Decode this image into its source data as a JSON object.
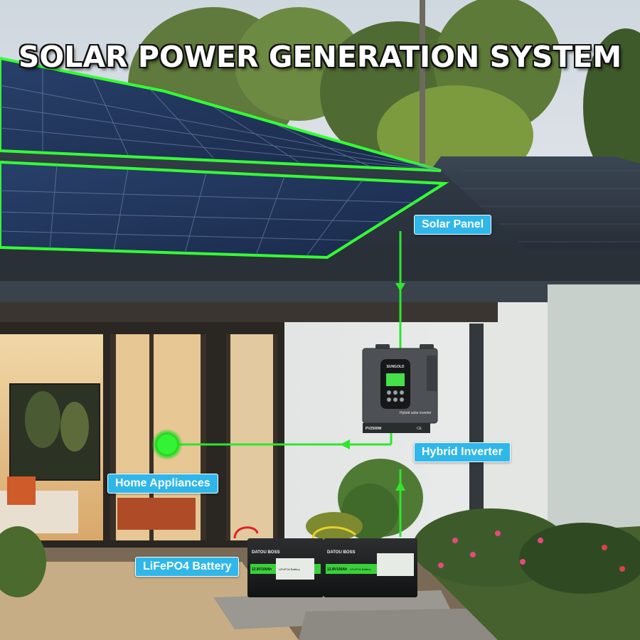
{
  "title": "SOLAR POWER GENERATION SYSTEM",
  "labels": {
    "solar_panel": "Solar Panel",
    "hybrid_inverter": "Hybrid Inverter",
    "home_appliances": "Home Appliances",
    "battery": "LiFePO4 Battery"
  },
  "inverter": {
    "brand": "SUNGOLD",
    "name": "Hybrid solar inverter",
    "model": "PV2500W",
    "marks": "CE"
  },
  "battery_units": [
    {
      "brand": "DATOU BOSS",
      "spec": "12.8V100Ah",
      "type": "LiFePO4 Battery"
    },
    {
      "brand": "DATOU BOSS",
      "spec": "12.8V100Ah",
      "type": "LiFePO4 Battery"
    }
  ],
  "colors": {
    "flow_line": "#2ee62e",
    "callout_bg": "#2fb7ea",
    "panel_outline": "#33ff33"
  }
}
